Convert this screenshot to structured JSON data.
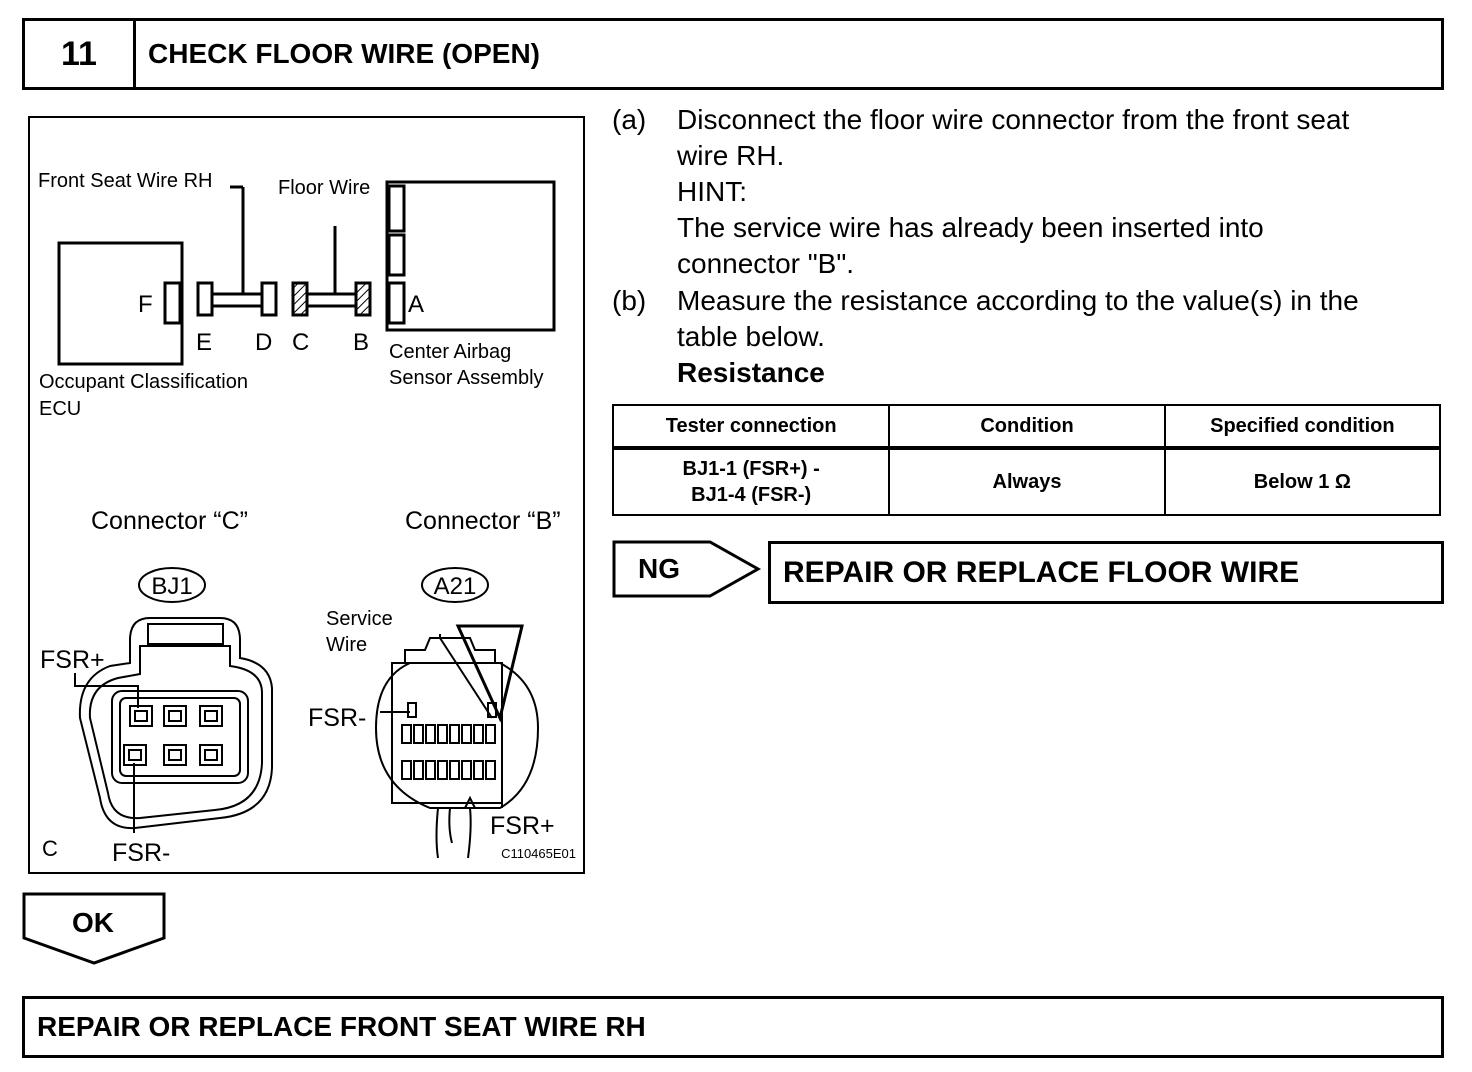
{
  "header": {
    "step_number": "11",
    "title": "CHECK FLOOR WIRE (OPEN)"
  },
  "figure": {
    "labels": {
      "front_seat_wire": "Front Seat Wire RH",
      "floor_wire": "Floor Wire",
      "ecu_line1": "Occupant Classification",
      "ecu_line2": "ECU",
      "sensor_line1": "Center Airbag",
      "sensor_line2": "Sensor Assembly",
      "terminal_a": "A",
      "terminal_b": "B",
      "terminal_c": "C",
      "terminal_d": "D",
      "terminal_e": "E",
      "terminal_f": "F",
      "connector_c": "Connector “C”",
      "connector_b": "Connector “B”",
      "bj1": "BJ1",
      "a21": "A21",
      "service_line1": "Service",
      "service_line2": "Wire",
      "fsr_plus": "FSR+",
      "fsr_minus": "FSR-",
      "corner_c": "C",
      "code": "C110465E01"
    }
  },
  "steps": [
    {
      "label": "(a)",
      "lines": [
        "Disconnect the floor wire connector from the front seat",
        "wire RH.",
        "HINT:",
        "The service wire has already been inserted into",
        "connector \"B\"."
      ]
    },
    {
      "label": "(b)",
      "lines": [
        "Measure the resistance according to the value(s) in the",
        "table below."
      ],
      "bold": "Resistance"
    }
  ],
  "table": {
    "headers": [
      "Tester connection",
      "Condition",
      "Specified condition"
    ],
    "row": {
      "tester_line1": "BJ1-1 (FSR+) -",
      "tester_line2": "BJ1-4 (FSR-)",
      "condition": "Always",
      "specified": "Below 1 Ω"
    }
  },
  "ng": {
    "tag": "NG",
    "result": "REPAIR OR REPLACE FLOOR WIRE"
  },
  "ok": {
    "tag": "OK",
    "result": "REPAIR OR REPLACE FRONT SEAT WIRE RH"
  }
}
